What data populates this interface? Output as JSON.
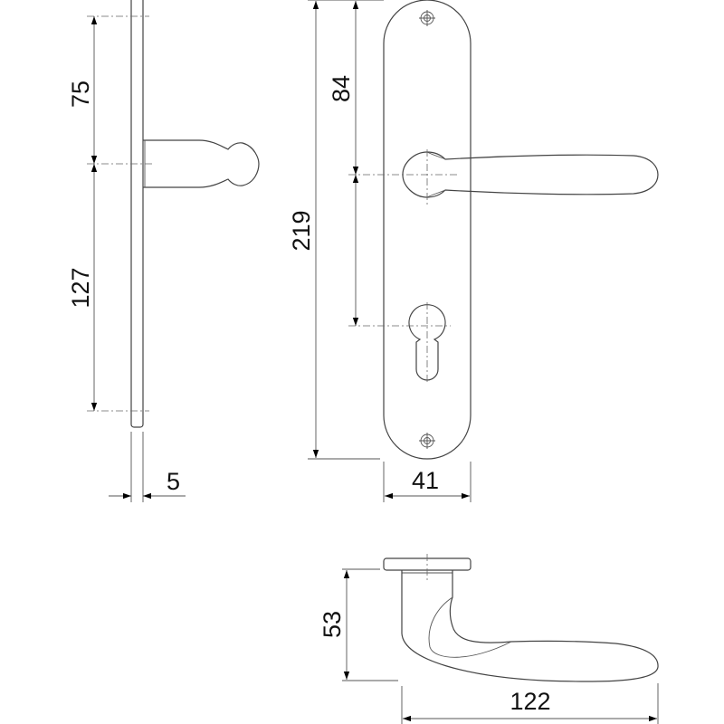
{
  "drawing": {
    "title": "Door handle on long plate - dimension drawing",
    "dimensions": {
      "side_upper": "75",
      "side_lower": "127",
      "plate_thickness": "5",
      "plate_height": "219",
      "handle_from_top": "84",
      "plate_width": "41",
      "handle_projection": "53",
      "handle_length": "122"
    }
  }
}
